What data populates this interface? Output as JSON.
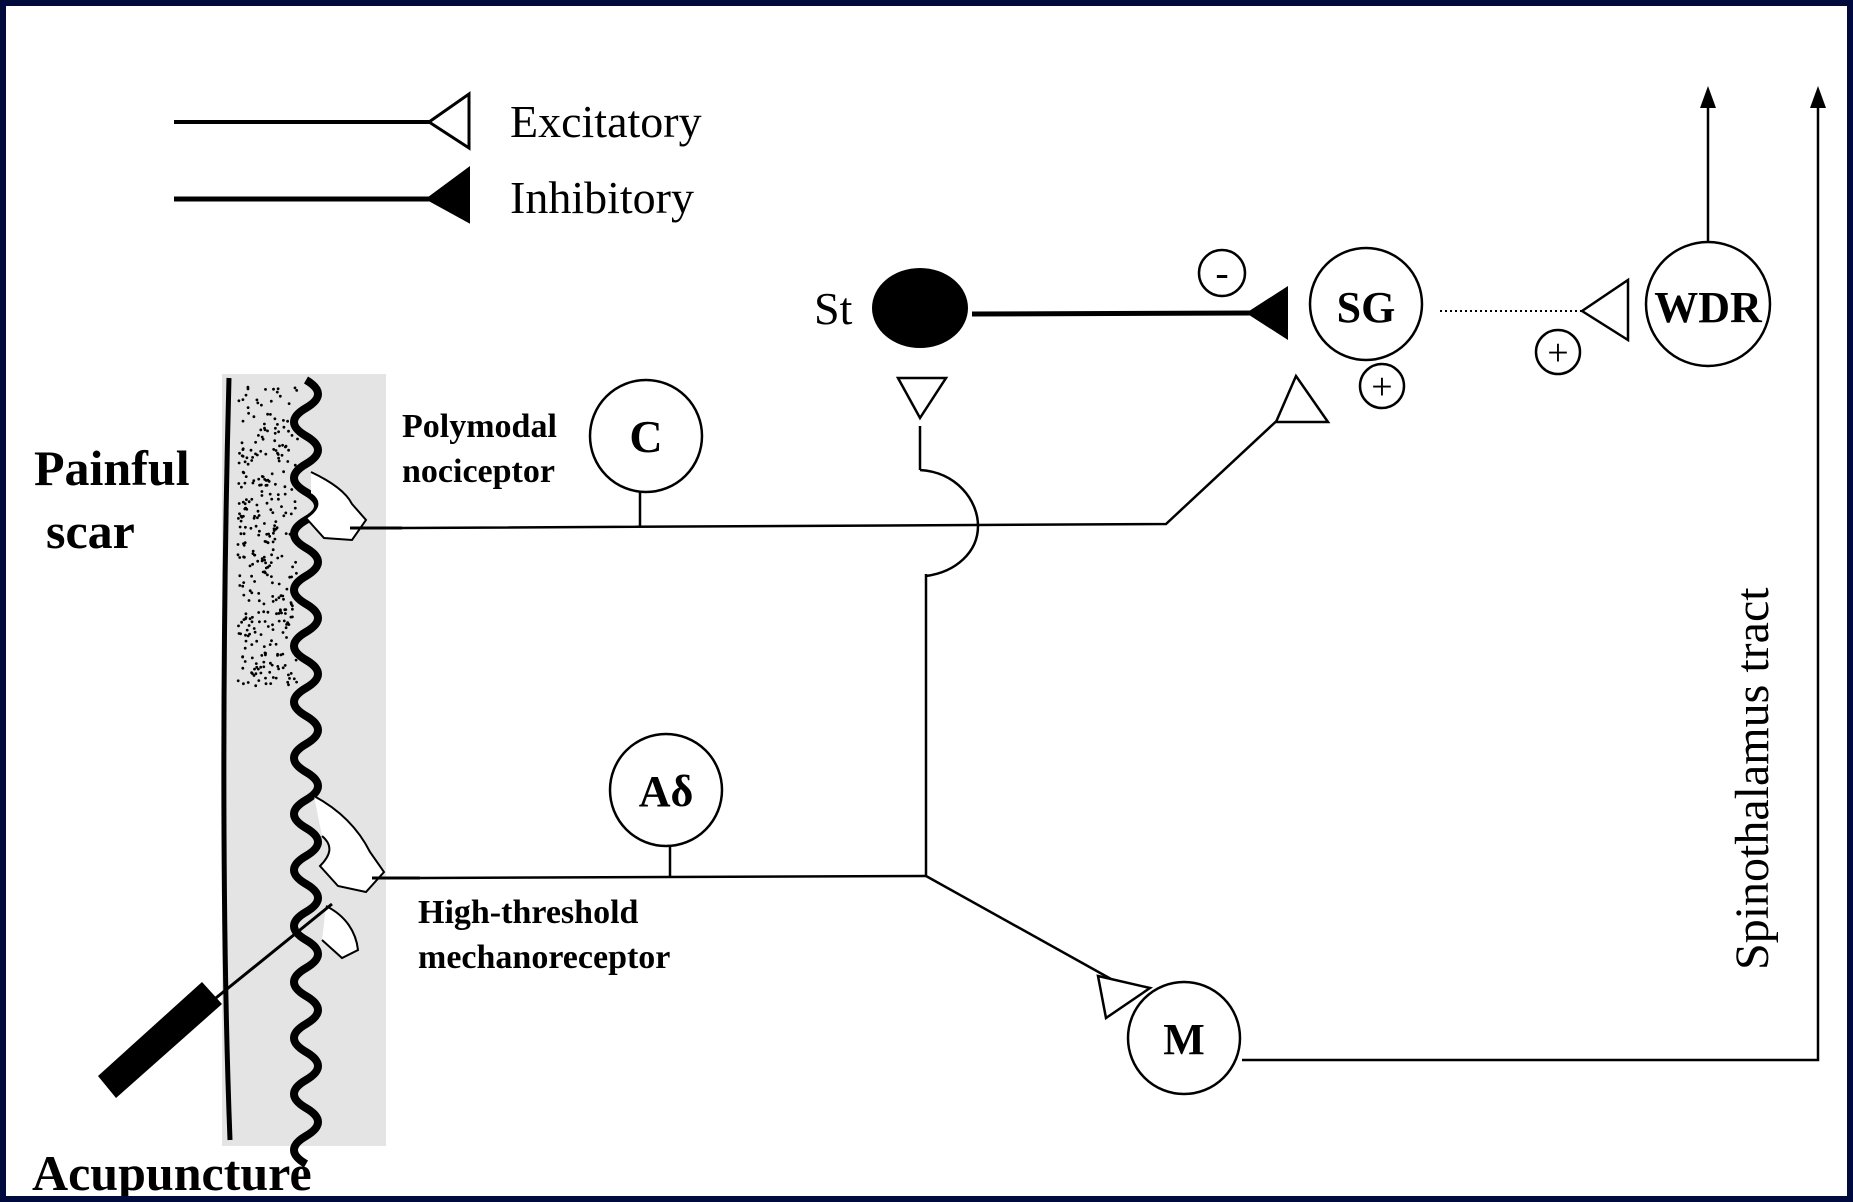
{
  "legend": {
    "excitatory": "Excitatory",
    "inhibitory": "Inhibitory"
  },
  "labels": {
    "painful_scar_line1": "Painful",
    "painful_scar_line2": "scar",
    "acupuncture": "Acupuncture",
    "polymodal_line1": "Polymodal",
    "polymodal_line2": "nociceptor",
    "high_threshold_line1": "High-threshold",
    "high_threshold_line2": "mechanoreceptor",
    "spinothalamus": "Spinothalamus tract",
    "st": "St"
  },
  "nodes": {
    "c": "C",
    "a_delta": "Aδ",
    "sg": "SG",
    "wdr": "WDR",
    "m": "M"
  },
  "signs": {
    "minus": "-",
    "plus_sg": "+",
    "plus_wdr": "+"
  },
  "colors": {
    "frame": "#000a3c",
    "background": "#ffffff",
    "ink": "#000000",
    "skin": "#e4e4e4"
  }
}
